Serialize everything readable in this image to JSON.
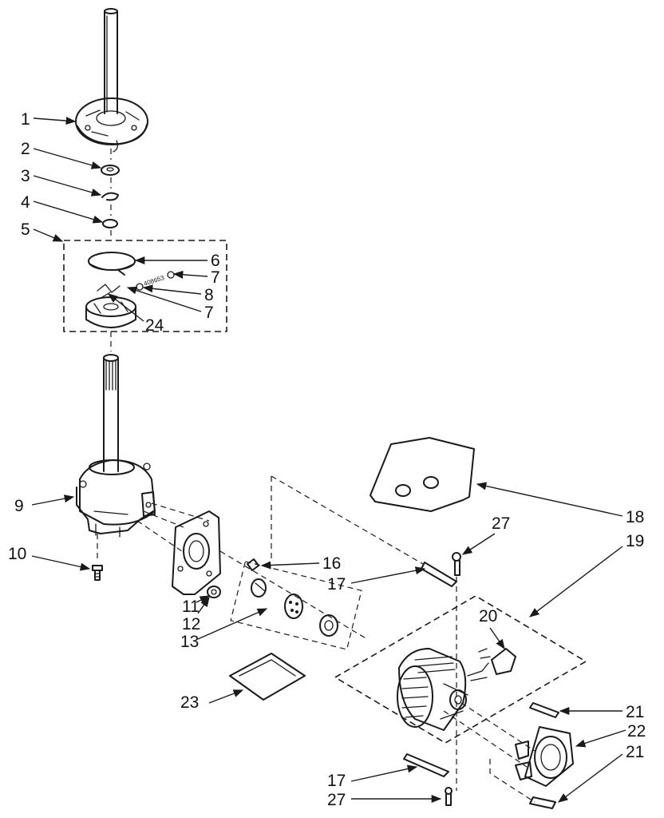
{
  "callouts": {
    "c1": "1",
    "c2": "2",
    "c3": "3",
    "c4": "4",
    "c5": "5",
    "c6": "6",
    "c7a": "7",
    "c8": "8",
    "c7b": "7",
    "c24": "24",
    "c9": "9",
    "c10": "10",
    "c11": "11",
    "c12": "12",
    "c13": "13",
    "c16": "16",
    "c17a": "17",
    "c18": "18",
    "c27a": "27",
    "c19": "19",
    "c20": "20",
    "c21a": "21",
    "c22": "22",
    "c21b": "21",
    "c23": "23",
    "c17b": "17",
    "c27b": "27"
  },
  "part_stamp": "408653"
}
